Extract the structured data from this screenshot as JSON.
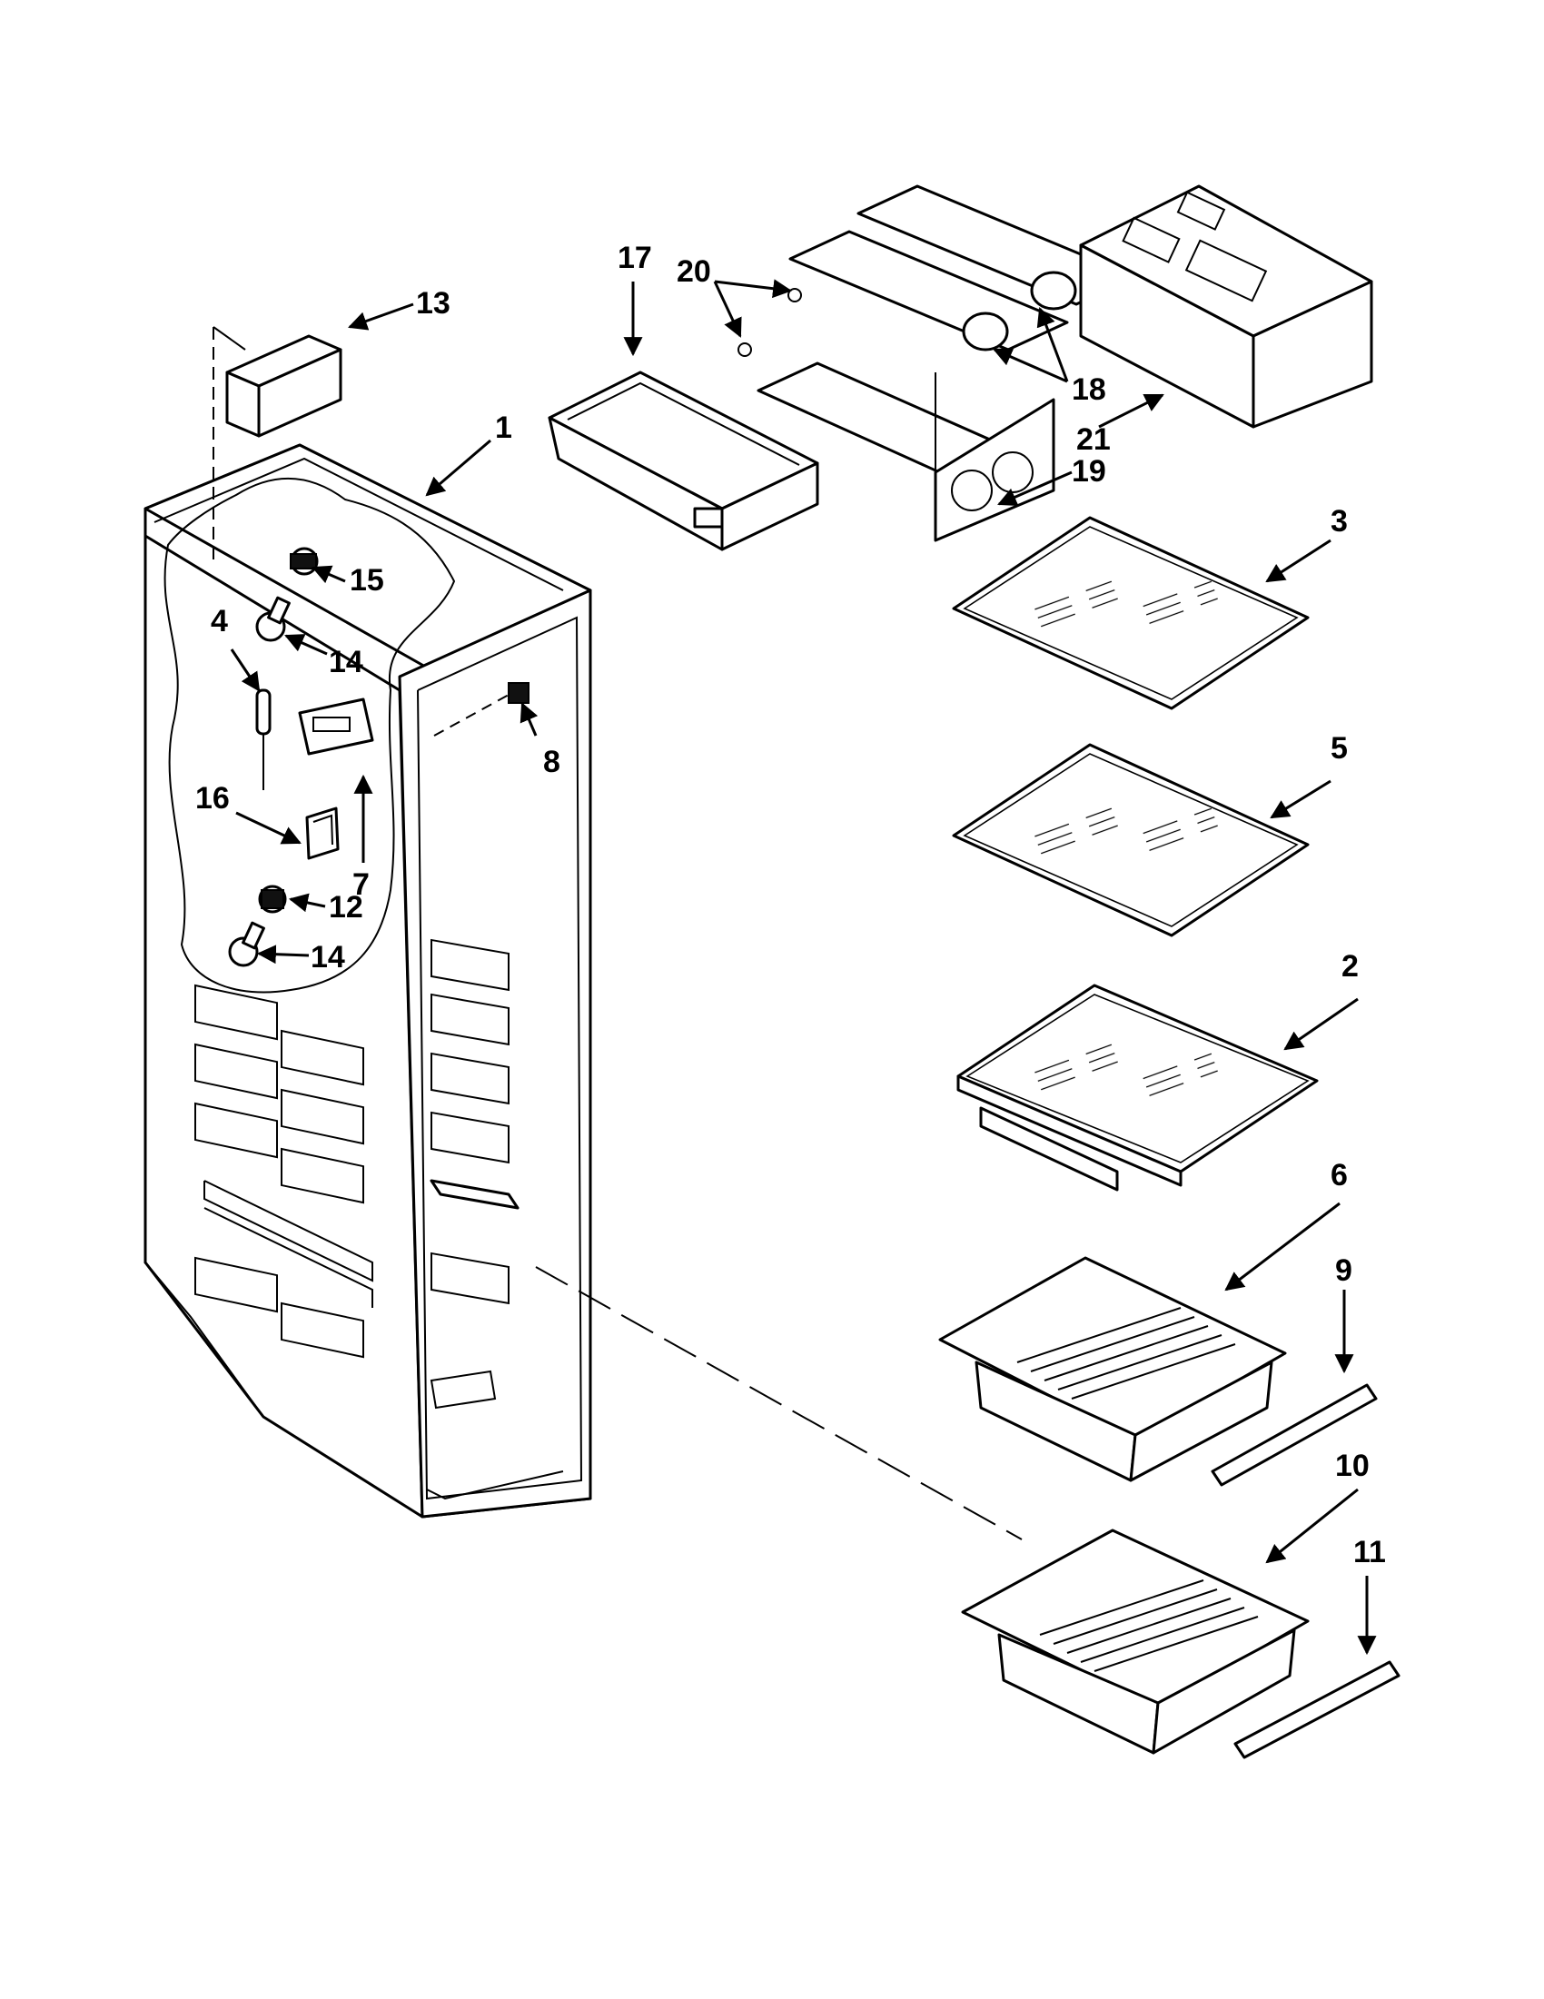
{
  "diagram": {
    "callouts": [
      {
        "id": "c1",
        "label": "1"
      },
      {
        "id": "c2",
        "label": "2"
      },
      {
        "id": "c3",
        "label": "3"
      },
      {
        "id": "c4",
        "label": "4"
      },
      {
        "id": "c5",
        "label": "5"
      },
      {
        "id": "c6",
        "label": "6"
      },
      {
        "id": "c7",
        "label": "7"
      },
      {
        "id": "c8",
        "label": "8"
      },
      {
        "id": "c9",
        "label": "9"
      },
      {
        "id": "c10",
        "label": "10"
      },
      {
        "id": "c11",
        "label": "11"
      },
      {
        "id": "c12",
        "label": "12"
      },
      {
        "id": "c13",
        "label": "13"
      },
      {
        "id": "c14a",
        "label": "14"
      },
      {
        "id": "c14b",
        "label": "14"
      },
      {
        "id": "c15",
        "label": "15"
      },
      {
        "id": "c16",
        "label": "16"
      },
      {
        "id": "c17",
        "label": "17"
      },
      {
        "id": "c18",
        "label": "18"
      },
      {
        "id": "c19",
        "label": "19"
      },
      {
        "id": "c20",
        "label": "20"
      },
      {
        "id": "c21",
        "label": "21"
      }
    ]
  },
  "colors": {
    "ink": "#000000",
    "paper": "#ffffff"
  }
}
